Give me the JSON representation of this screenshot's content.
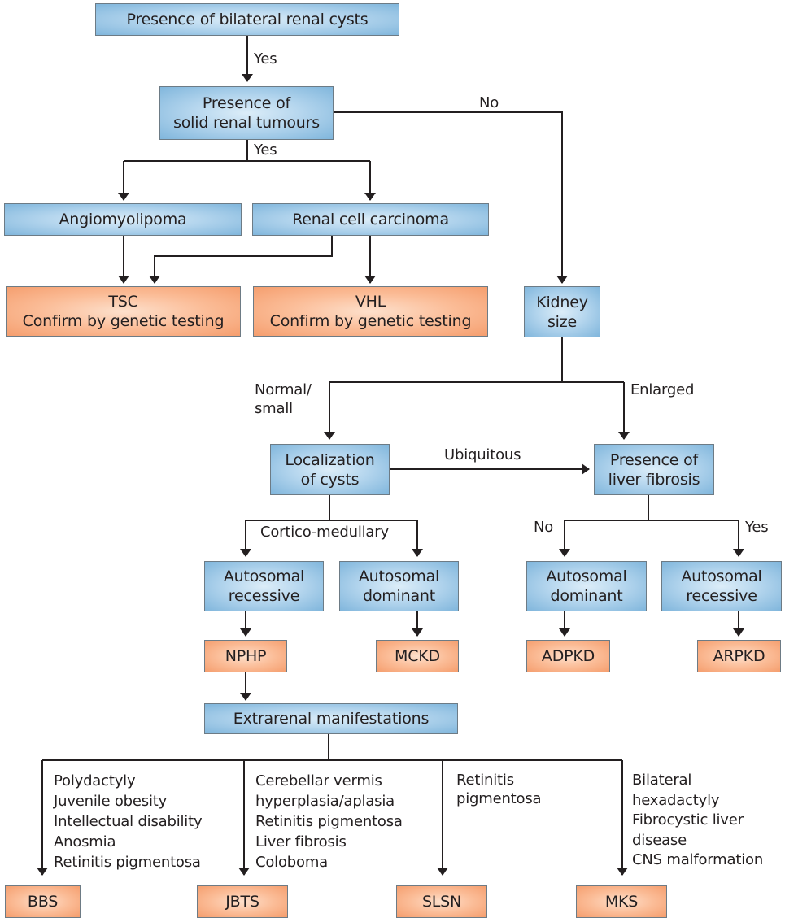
{
  "colors": {
    "decision_box": "#80b6dc",
    "decision_box_center": "#dcedf8",
    "outcome_box": "#f59e6e",
    "outcome_box_center": "#fde0cc",
    "border": "#6d7b85",
    "line": "#231f20"
  },
  "nodes": {
    "bilateral_cysts": {
      "lines": [
        "Presence of bilateral renal cysts"
      ]
    },
    "solid_tumours": {
      "lines": [
        "Presence of",
        "solid renal tumours"
      ]
    },
    "angiomyolipoma": {
      "lines": [
        "Angiomyolipoma"
      ]
    },
    "rcc": {
      "lines": [
        "Renal cell carcinoma"
      ]
    },
    "tsc": {
      "lines": [
        "TSC",
        "Confirm by genetic testing"
      ]
    },
    "vhl": {
      "lines": [
        "VHL",
        "Confirm by genetic testing"
      ]
    },
    "kidney_size": {
      "lines": [
        "Kidney",
        "size"
      ]
    },
    "localization": {
      "lines": [
        "Localization",
        "of cysts"
      ]
    },
    "liver_fibrosis": {
      "lines": [
        "Presence of",
        "liver fibrosis"
      ]
    },
    "cm_recessive": {
      "lines": [
        "Autosomal",
        "recessive"
      ]
    },
    "cm_dominant": {
      "lines": [
        "Autosomal",
        "dominant"
      ]
    },
    "lf_dominant": {
      "lines": [
        "Autosomal",
        "dominant"
      ]
    },
    "lf_recessive": {
      "lines": [
        "Autosomal",
        "recessive"
      ]
    },
    "nphp": {
      "lines": [
        "NPHP"
      ]
    },
    "mckd": {
      "lines": [
        "MCKD"
      ]
    },
    "adpkd": {
      "lines": [
        "ADPKD"
      ]
    },
    "arpkd": {
      "lines": [
        "ARPKD"
      ]
    },
    "extrarenal": {
      "lines": [
        "Extrarenal manifestations"
      ]
    },
    "bbs": {
      "lines": [
        "BBS"
      ]
    },
    "jbts": {
      "lines": [
        "JBTS"
      ]
    },
    "slsn": {
      "lines": [
        "SLSN"
      ]
    },
    "mks": {
      "lines": [
        "MKS"
      ]
    }
  },
  "edge_labels": {
    "yes_1": "Yes",
    "yes_2": "Yes",
    "no_1": "No",
    "normal_small": [
      "Normal/",
      "small"
    ],
    "enlarged": "Enlarged",
    "ubiquitous": "Ubiquitous",
    "cortico_medullary": "Cortico-medullary",
    "no_2": "No",
    "yes_3": "Yes"
  },
  "manifestations": {
    "bbs": [
      "Polydactyly",
      "Juvenile obesity",
      "Intellectual disability",
      "Anosmia",
      "Retinitis pigmentosa"
    ],
    "jbts": [
      "Cerebellar vermis",
      "hyperplasia/aplasia",
      "Retinitis pigmentosa",
      "Liver fibrosis",
      "Coloboma"
    ],
    "slsn": [
      "Retinitis",
      "pigmentosa"
    ],
    "mks": [
      "Bilateral",
      "hexadactyly",
      "Fibrocystic liver",
      "disease",
      "CNS malformation"
    ]
  }
}
